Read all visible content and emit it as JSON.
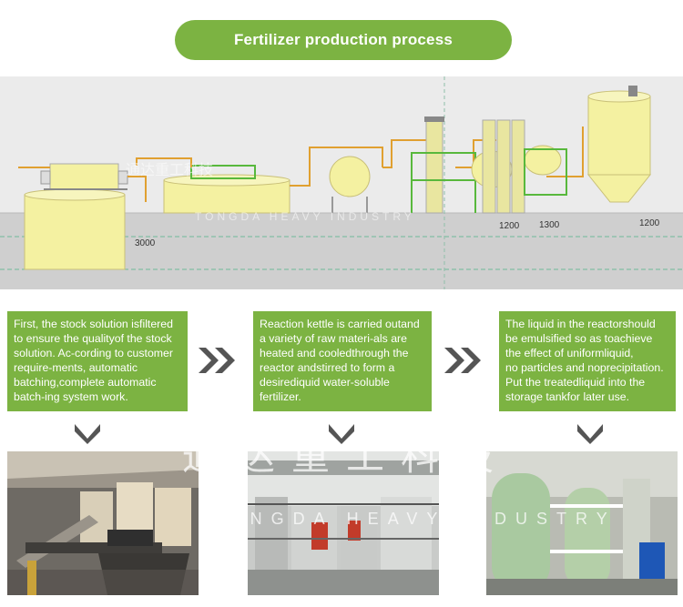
{
  "title": "Fertilizer production process",
  "colors": {
    "green": "#7cb342",
    "arrow_grey": "#555555",
    "tank_yellow": "#f4f1a1",
    "pipe_orange": "#e0a030",
    "frame_green": "#58b83c"
  },
  "diagram": {
    "watermark_cn": "通达重工科技",
    "watermark_en": "TONGDA HEAVY INDUSTRY",
    "dimensions": {
      "left_depth": "3000",
      "mid_height": "1200",
      "mid_right": "1300",
      "right_height": "1200"
    }
  },
  "steps": [
    {
      "text": "First, the stock solution isfiltered\nto ensure the qualityof the stock\nsolution. Ac-cording to customer\nrequire-ments, automatic\nbatching,complete automatic\nbatch-ing system work."
    },
    {
      "text": "Reaction kettle is carried outand\na variety of raw materi-als are\nheated and cooledthrough the\nreactor andstirred to form a\ndesirediquid water-soluble\nfertilizer."
    },
    {
      "text": "The liquid in the reactorshould\nbe emulsified so as toachieve\nthe effect of uniformliquid,\nno particles and noprecipitation.\nPut the treatedliquid into the\nstorage tankfor later use."
    }
  ],
  "watermark_bottom": {
    "cn": "通达重工科技",
    "en": "TONGDA HEAVY INDUSTRY"
  }
}
